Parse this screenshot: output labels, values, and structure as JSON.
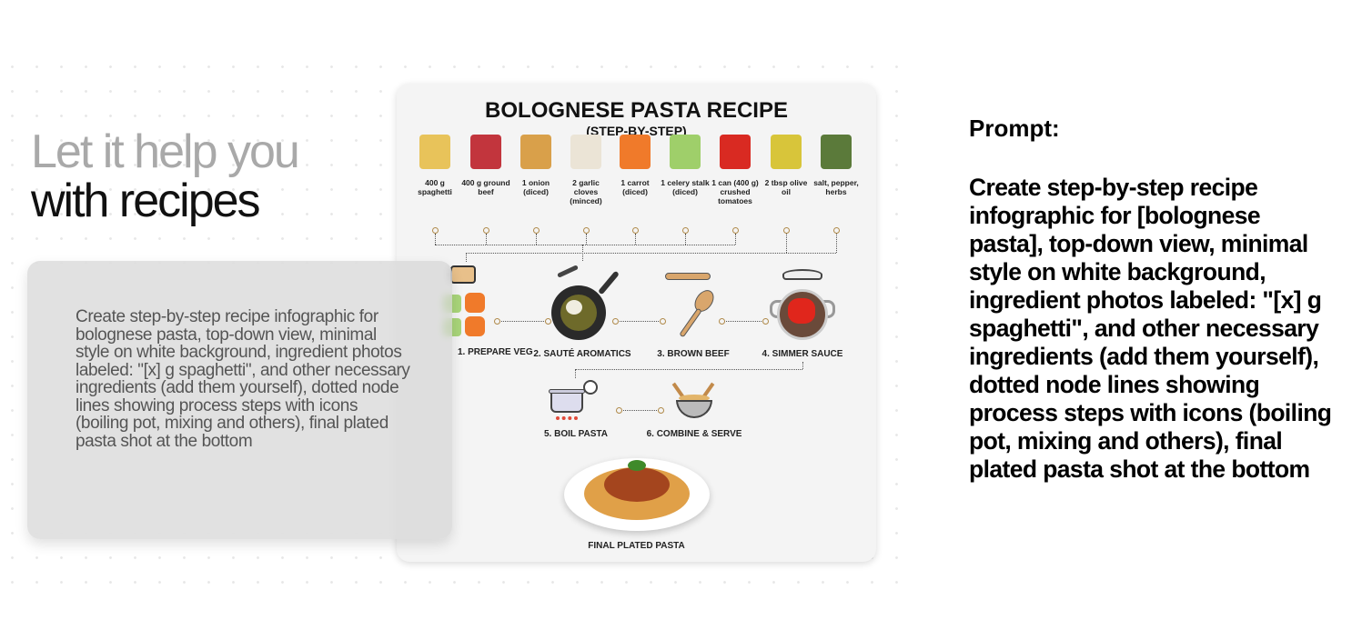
{
  "hero": {
    "line1": "Let it help you",
    "line2": "with recipes"
  },
  "card": {
    "text": "Create step-by-step recipe infographic for bolognese pasta, top-down view, minimal style on white background, ingredient photos labeled: \"[x] g spaghetti\", and other necessary ingredients (add them yourself), dotted node lines showing process steps with icons (boiling pot, mixing and others), final plated pasta shot at the bottom"
  },
  "infographic": {
    "title": "BOLOGNESE PASTA RECIPE",
    "subtitle": "(STEP-BY-STEP)",
    "ingredients": [
      {
        "label": "400 g spaghetti",
        "color": "#e8c35a"
      },
      {
        "label": "400 g ground beef",
        "color": "#c2353d"
      },
      {
        "label": "1 onion (diced)",
        "color": "#d9a04a"
      },
      {
        "label": "2 garlic cloves (minced)",
        "color": "#ebe4d6"
      },
      {
        "label": "1 carrot (diced)",
        "color": "#f07a2a"
      },
      {
        "label": "1 celery stalk (diced)",
        "color": "#9fcf6a"
      },
      {
        "label": "1 can (400 g) crushed tomatoes",
        "color": "#d92a22"
      },
      {
        "label": "2 tbsp olive oil",
        "color": "#d8c53a"
      },
      {
        "label": "salt, pepper, herbs",
        "color": "#5b7a3a"
      }
    ],
    "steps": [
      {
        "label": "1. PREPARE VEG",
        "icon": "cutting-board-icon"
      },
      {
        "label": "2. SAUTÉ AROMATICS",
        "icon": "frying-pan-icon"
      },
      {
        "label": "3. BROWN BEEF",
        "icon": "wooden-spoon-icon"
      },
      {
        "label": "4. SIMMER SAUCE",
        "icon": "sauce-pot-icon"
      },
      {
        "label": "5. BOIL PASTA",
        "icon": "boiling-pot-icon"
      },
      {
        "label": "6. COMBINE & SERVE",
        "icon": "mixing-bowl-icon"
      }
    ],
    "final_label": "FINAL PLATED PASTA"
  },
  "prompt": {
    "heading": "Prompt:",
    "text": "Create step-by-step recipe infographic for [bolognese pasta], top-down view, minimal style on white background, ingredient photos labeled: \"[x] g spaghetti\", and other necessary ingredients (add them yourself), dotted node lines showing process steps with icons (boiling pot, mixing and others), final plated pasta shot at the bottom"
  }
}
